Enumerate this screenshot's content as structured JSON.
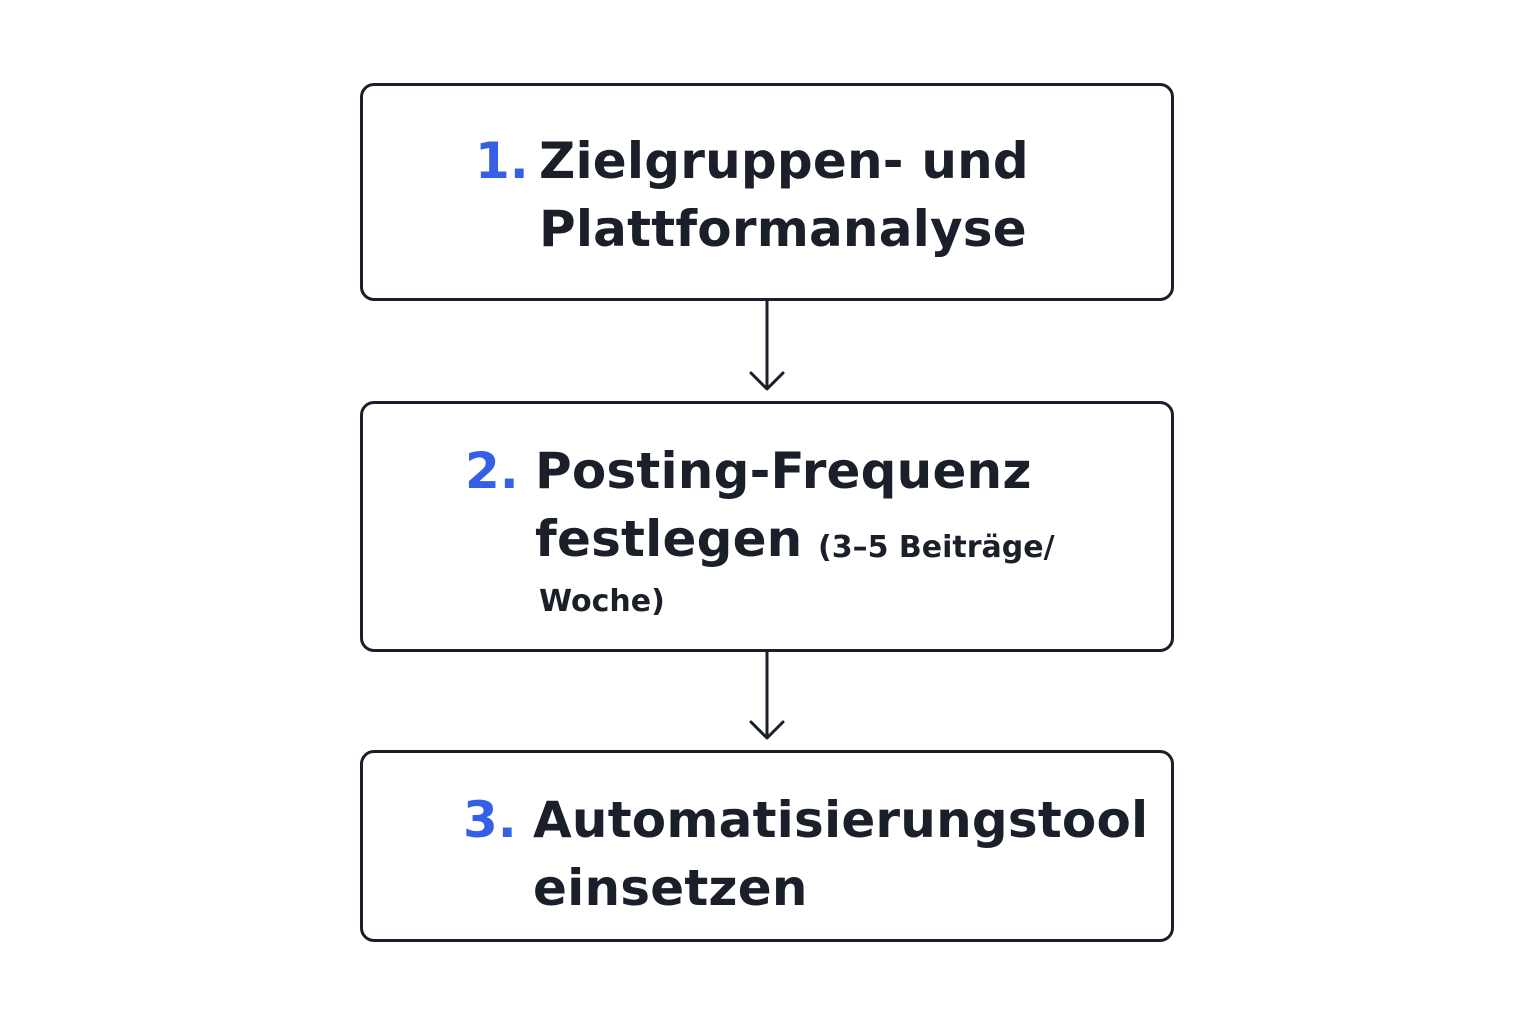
{
  "steps": [
    {
      "number": "1.",
      "title_line1": "Zielgruppen- und",
      "title_line2": "Plattformanalyse"
    },
    {
      "number": "2.",
      "title_line1": "Posting-Frequenz",
      "title_line2": "festlegen",
      "note_line1": "(3–5 Beiträge/",
      "note_line2": "Woche)"
    },
    {
      "number": "3.",
      "title_line1": "Automatisierungstool",
      "title_line2": "einsetzen"
    }
  ],
  "colors": {
    "number_accent": "#3560e6",
    "text": "#1b1f2a",
    "border": "#1b1f2a",
    "background": "#ffffff"
  }
}
